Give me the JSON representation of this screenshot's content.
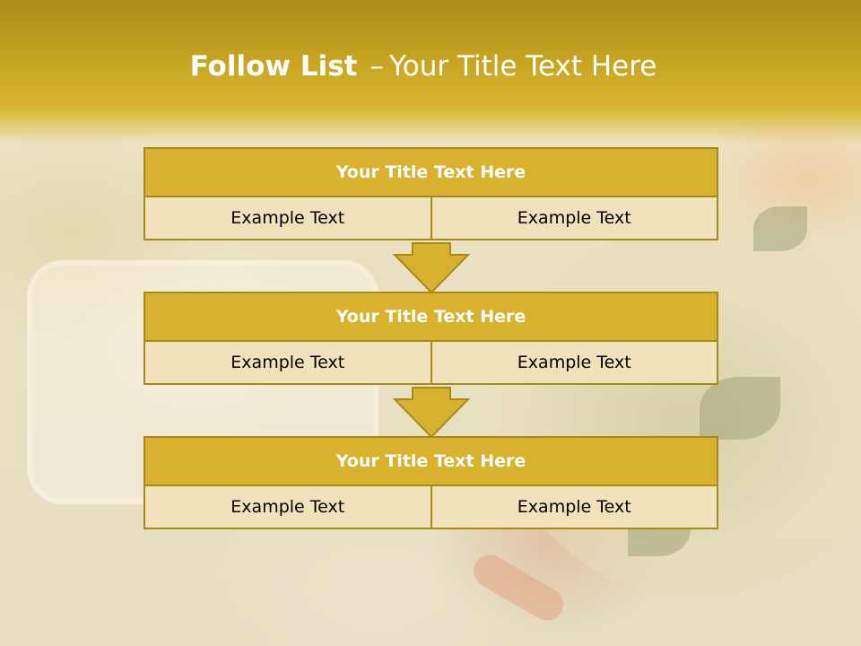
{
  "title": {
    "bold": "Follow List",
    "dash": "–",
    "rest": "Your Title Text Here"
  },
  "blocks": [
    {
      "title": "Your Title Text Here",
      "left": "Example Text",
      "right": "Example Text"
    },
    {
      "title": "Your Title Text Here",
      "left": "Example Text",
      "right": "Example Text"
    },
    {
      "title": "Your Title Text Here",
      "left": "Example Text",
      "right": "Example Text"
    }
  ],
  "colors": {
    "banner": "#c8a623",
    "header_fill": "#d8b22e",
    "cell_fill": "#f2e2bb",
    "border": "#a68a1c",
    "arrow_fill": "#d8b22e"
  },
  "icons": [
    "down-arrow-icon",
    "down-arrow-icon"
  ]
}
